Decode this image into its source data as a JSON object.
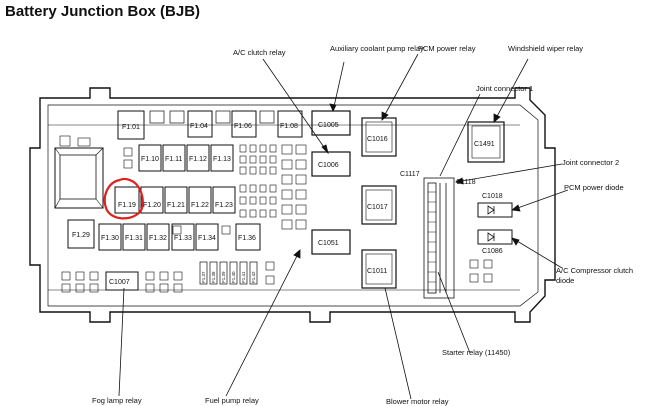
{
  "title": "Battery Junction Box (BJB)",
  "callouts": {
    "ac_clutch_relay": "A/C clutch relay",
    "aux_coolant_pump_relay": "Auxiliary coolant pump relay",
    "pcm_power_relay": "PCM power relay",
    "windshield_wiper_relay": "Windshield wiper relay",
    "joint_connector_1": "Joint connector 1",
    "joint_connector_2": "Joint connector 2",
    "pcm_power_diode": "PCM power diode",
    "ac_compressor_clutch_diode": "A/C Compressor clutch diode",
    "starter_relay": "Starter relay (11450)",
    "fog_lamp_relay": "Fog lamp relay",
    "fuel_pump_relay": "Fuel pump relay",
    "blower_motor_relay": "Blower motor relay"
  },
  "fuses": {
    "f101": "F1.01",
    "f104": "F1.04",
    "f106": "F1.06",
    "f108": "F1.08",
    "f110": "F1.10",
    "f111": "F1.11",
    "f112": "F1.12",
    "f113": "F1.13",
    "f119": "F1.19",
    "f120": "F1.20",
    "f121": "F1.21",
    "f122": "F1.22",
    "f123": "F1.23",
    "f129": "F1.29",
    "f130": "F1.30",
    "f131": "F1.31",
    "f132": "F1.32",
    "f133": "F1.33",
    "f134": "F1.34",
    "f136": "F1.36",
    "f137": "F1.37",
    "f138": "F1.38",
    "f139": "F1.39",
    "f140": "F1.40",
    "f141": "F1.41",
    "f142": "F1.42"
  },
  "connectors": {
    "c1005": "C1005",
    "c1006": "C1006",
    "c1016": "C1016",
    "c1017": "C1017",
    "c1051": "C1051",
    "c1011": "C1011",
    "c1491": "C1491",
    "c1117": "C1117",
    "c1118": "C1118",
    "c1018": "C1018",
    "c1086": "C1086",
    "c1007": "C1007"
  },
  "colors": {
    "line": "#111111",
    "highlight": "#e0201c"
  }
}
